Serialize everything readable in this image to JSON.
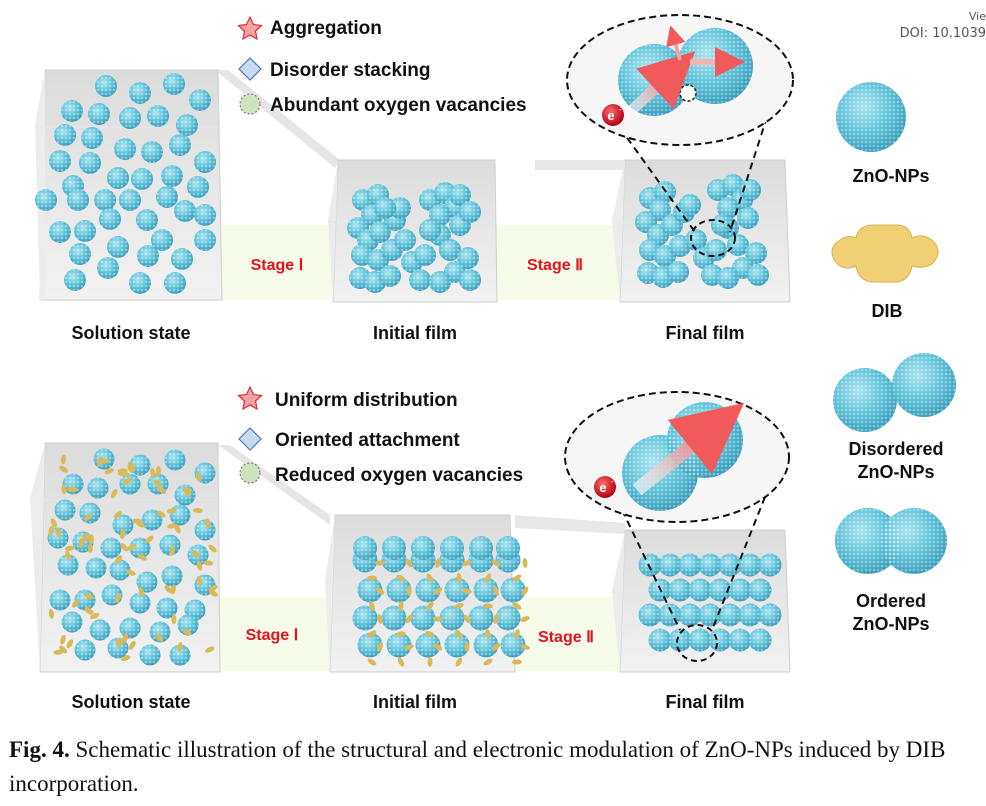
{
  "header": {
    "view_label": "Vie",
    "doi_label": "DOI: 10.1039"
  },
  "colors": {
    "nanoparticle": "#5fc3da",
    "dib": "#f1cf74",
    "stage_text": "#e3121b",
    "stage_bg": "#f6fbea",
    "legend_star": "#f08a8e",
    "legend_diamond": "#c7dcf1",
    "legend_circle": "#cfe4bd"
  },
  "top_row": {
    "legend": [
      {
        "icon": "star-icon",
        "label": "Aggregation"
      },
      {
        "icon": "diamond-icon",
        "label": "Disorder stacking"
      },
      {
        "icon": "circle-icon",
        "label": "Abundant oxygen vacancies"
      }
    ],
    "stages": [
      "Stage Ⅰ",
      "Stage Ⅱ"
    ],
    "panels": [
      "Solution state",
      "Initial film",
      "Final film"
    ],
    "electron_label": "e"
  },
  "bottom_row": {
    "legend": [
      {
        "icon": "star-icon",
        "label": "Uniform distribution"
      },
      {
        "icon": "diamond-icon",
        "label": "Oriented attachment"
      },
      {
        "icon": "circle-icon",
        "label": "Reduced oxygen vacancies"
      }
    ],
    "stages": [
      "Stage Ⅰ",
      "Stage Ⅱ"
    ],
    "panels": [
      "Solution state",
      "Initial film",
      "Final film"
    ],
    "electron_label": "e"
  },
  "key": {
    "items": [
      {
        "icon": "zno-nanoparticle-icon",
        "lines": [
          "ZnO-NPs"
        ]
      },
      {
        "icon": "dib-molecule-icon",
        "lines": [
          "DIB"
        ]
      },
      {
        "icon": "disordered-zno-icon",
        "lines": [
          "Disordered",
          "ZnO-NPs"
        ]
      },
      {
        "icon": "ordered-zno-icon",
        "lines": [
          "Ordered",
          "ZnO-NPs"
        ]
      }
    ]
  },
  "caption": {
    "fig_label": "Fig. 4.",
    "text": "Schematic illustration of the structural and electronic modulation of ZnO-NPs induced by DIB incorporation."
  }
}
